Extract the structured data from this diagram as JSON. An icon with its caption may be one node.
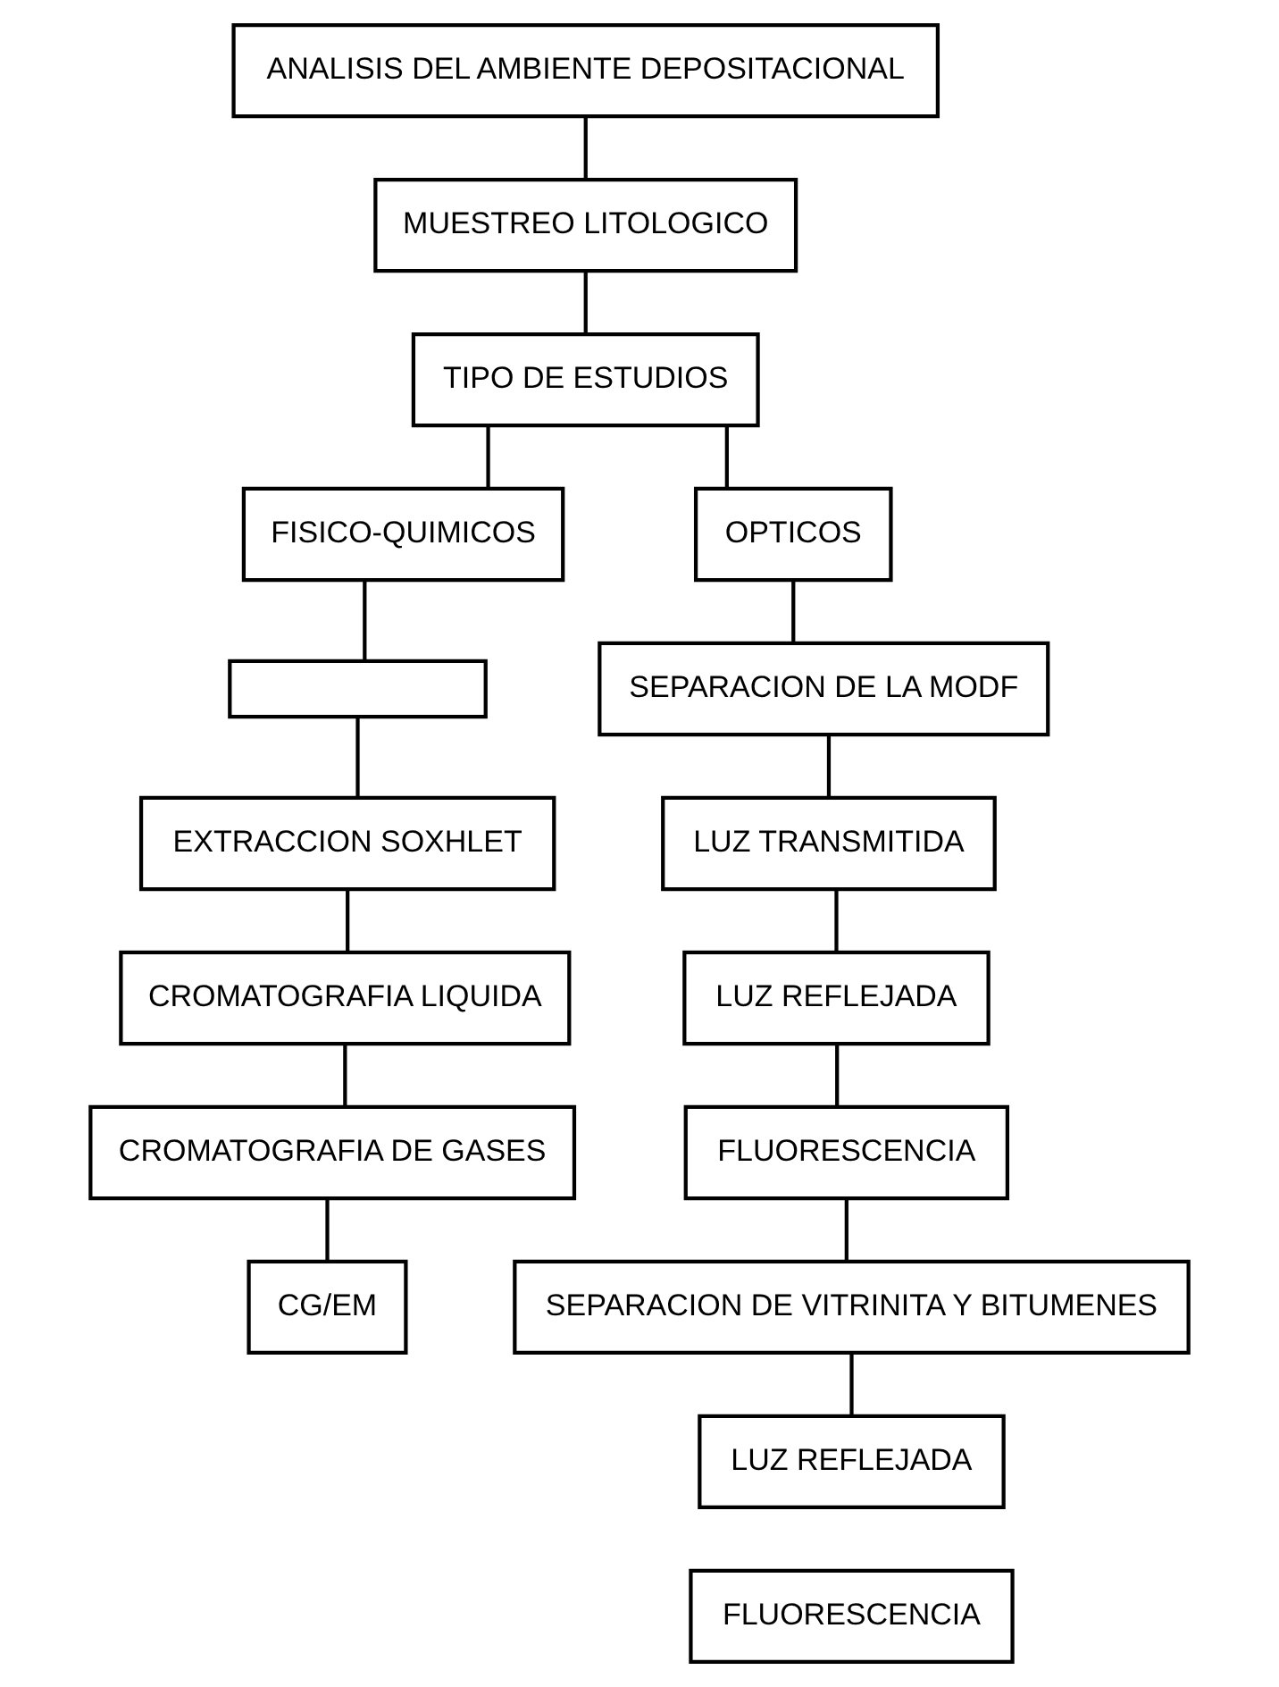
{
  "diagram": {
    "nodes": [
      {
        "text": [
          "ANALISIS DEL AMBIENTE DEPOSITACIONAL"
        ]
      },
      {
        "text": [
          "MUESTREO LITOLOGICO"
        ]
      },
      {
        "text": [
          "TIPO DE ESTUDIOS"
        ]
      },
      {
        "text": [
          "FISICO-QUIMICOS"
        ]
      },
      {
        "text": [
          "OPTICOS"
        ]
      },
      {
        "text": [],
        "shape": "box"
      },
      {
        "text": [
          "EXTRACCION SOXHLET"
        ]
      },
      {
        "text": [
          "CROMATOGRAFIA LIQUIDA"
        ]
      },
      {
        "text": [
          "CROMATOGRAFIA DE GASES"
        ]
      },
      {
        "text": [
          "CG/EM"
        ]
      },
      {
        "text": [
          "SEPARACION DE LA MODF"
        ]
      },
      {
        "text": [
          "LUZ TRANSMITIDA"
        ]
      },
      {
        "text": [
          "LUZ REFLEJADA"
        ]
      },
      {
        "text": [
          "FLUORESCENCIA"
        ]
      },
      {
        "text": [
          "SEPARACION DE VITRINITA Y BITUMENES"
        ]
      },
      {
        "text": [
          "LUZ REFLEJADA"
        ]
      },
      {
        "text": [
          "FLUORESCENCIA"
        ]
      }
    ],
    "edges": [
      {
        "from": 0,
        "to": 1,
        "arrow": "none"
      },
      {
        "from": 1,
        "to": 2,
        "arrow": "none"
      },
      {
        "from": 2,
        "to": 3,
        "arrow": "none"
      },
      {
        "from": 2,
        "to": 4,
        "arrow": "none"
      },
      {
        "from": 3,
        "to": 5,
        "arrow": "none"
      },
      {
        "from": 5,
        "to": 6,
        "arrow": "none"
      },
      {
        "from": 6,
        "to": 7,
        "arrow": "none"
      },
      {
        "from": 7,
        "to": 8,
        "arrow": "none"
      },
      {
        "from": 8,
        "to": 9,
        "arrow": "none"
      },
      {
        "from": 4,
        "to": 10,
        "arrow": "none"
      },
      {
        "from": 10,
        "to": 11,
        "arrow": "none"
      },
      {
        "from": 11,
        "to": 12,
        "arrow": "none"
      },
      {
        "from": 12,
        "to": 13,
        "arrow": "none"
      },
      {
        "from": 13,
        "to": 14,
        "arrow": "none"
      },
      {
        "from": 14,
        "to": 15,
        "arrow": "none"
      }
    ]
  }
}
